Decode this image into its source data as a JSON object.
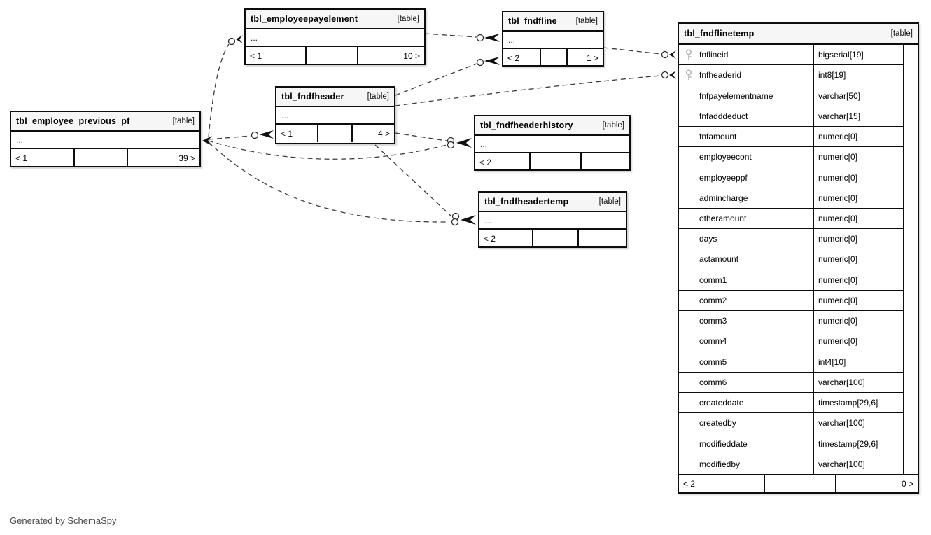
{
  "diagram": {
    "generated_by": "Generated by SchemaSpy"
  },
  "tables": {
    "employeepayelement": {
      "name": "tbl_employeepayelement",
      "tag": "[table]",
      "more": "...",
      "footer": {
        "left": "< 1",
        "mid": "",
        "right": "10 >"
      }
    },
    "fndfline": {
      "name": "tbl_fndfline",
      "tag": "[table]",
      "more": "...",
      "footer": {
        "left": "< 2",
        "mid": "",
        "right": "1 >"
      }
    },
    "fndfheader": {
      "name": "tbl_fndfheader",
      "tag": "[table]",
      "more": "...",
      "footer": {
        "left": "< 1",
        "mid": "",
        "right": "4 >"
      }
    },
    "employee_previous_pf": {
      "name": "tbl_employee_previous_pf",
      "tag": "[table]",
      "more": "...",
      "footer": {
        "left": "< 1",
        "mid": "",
        "right": "39 >"
      }
    },
    "fndfheaderhistory": {
      "name": "tbl_fndfheaderhistory",
      "tag": "[table]",
      "more": "...",
      "footer": {
        "left": "< 2",
        "mid": "",
        "right": ""
      }
    },
    "fndfheadertemp": {
      "name": "tbl_fndfheadertemp",
      "tag": "[table]",
      "more": "...",
      "footer": {
        "left": "< 2",
        "mid": "",
        "right": ""
      }
    },
    "fndflinetemp": {
      "name": "tbl_fndflinetemp",
      "tag": "[table]",
      "footer": {
        "left": "< 2",
        "mid": "",
        "right": "0 >"
      },
      "columns": [
        {
          "name": "fnflineid",
          "type": "bigserial[19]",
          "pk": true
        },
        {
          "name": "fnfheaderid",
          "type": "int8[19]",
          "pk": true
        },
        {
          "name": "fnfpayelementname",
          "type": "varchar[50]",
          "pk": false
        },
        {
          "name": "fnfadddeduct",
          "type": "varchar[15]",
          "pk": false
        },
        {
          "name": "fnfamount",
          "type": "numeric[0]",
          "pk": false
        },
        {
          "name": "employeecont",
          "type": "numeric[0]",
          "pk": false
        },
        {
          "name": "employeeppf",
          "type": "numeric[0]",
          "pk": false
        },
        {
          "name": "admincharge",
          "type": "numeric[0]",
          "pk": false
        },
        {
          "name": "otheramount",
          "type": "numeric[0]",
          "pk": false
        },
        {
          "name": "days",
          "type": "numeric[0]",
          "pk": false
        },
        {
          "name": "actamount",
          "type": "numeric[0]",
          "pk": false
        },
        {
          "name": "comm1",
          "type": "numeric[0]",
          "pk": false
        },
        {
          "name": "comm2",
          "type": "numeric[0]",
          "pk": false
        },
        {
          "name": "comm3",
          "type": "numeric[0]",
          "pk": false
        },
        {
          "name": "comm4",
          "type": "numeric[0]",
          "pk": false
        },
        {
          "name": "comm5",
          "type": "int4[10]",
          "pk": false
        },
        {
          "name": "comm6",
          "type": "varchar[100]",
          "pk": false
        },
        {
          "name": "createddate",
          "type": "timestamp[29,6]",
          "pk": false
        },
        {
          "name": "createdby",
          "type": "varchar[100]",
          "pk": false
        },
        {
          "name": "modifieddate",
          "type": "timestamp[29,6]",
          "pk": false
        },
        {
          "name": "modifiedby",
          "type": "varchar[100]",
          "pk": false
        }
      ]
    }
  }
}
